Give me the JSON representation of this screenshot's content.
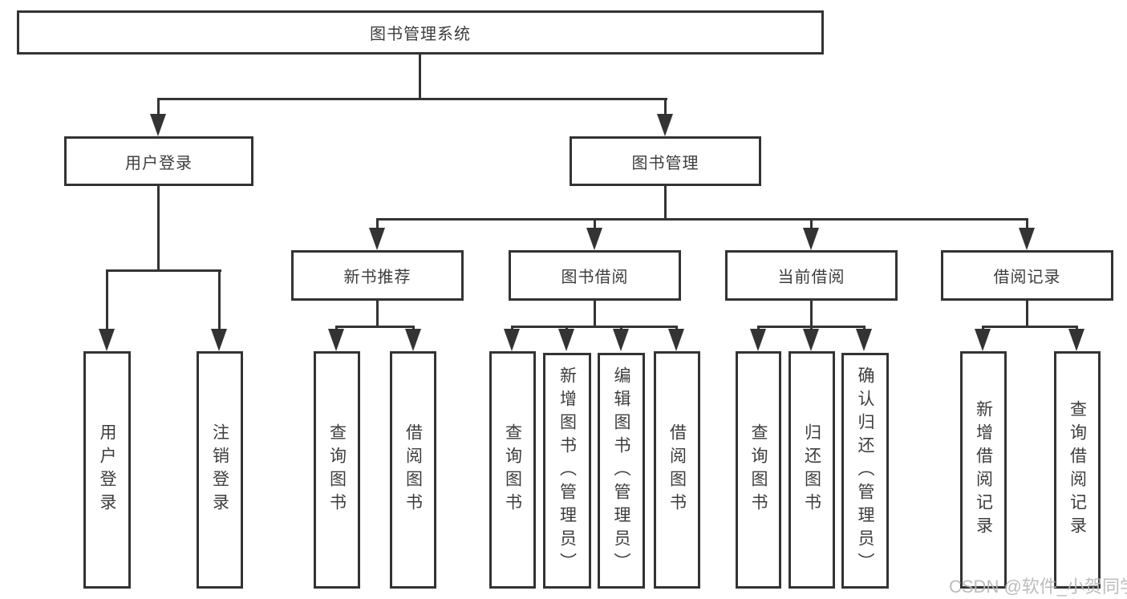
{
  "diagram": {
    "type": "function-tree",
    "title": "图书管理系统",
    "nodes": {
      "root": "图书管理系统",
      "user_login": "用户登录",
      "book_mgmt": "图书管理",
      "new_books": "新书推荐",
      "book_borrow": "图书借阅",
      "current_borrow": "当前借阅",
      "borrow_records": "借阅记录",
      "leaf_user_login": "用户登录",
      "leaf_logout": "注销登录",
      "nb_query": "查询图书",
      "nb_borrow": "借阅图书",
      "bb_query": "查询图书",
      "bb_add": "新增图书（管理员）",
      "bb_edit": "编辑图书（管理员）",
      "bb_borrow": "借阅图书",
      "cb_query": "查询图书",
      "cb_return": "归还图书",
      "cb_confirm": "确认归还（管理员）",
      "br_add": "新增借阅记录",
      "br_query": "查询借阅记录"
    },
    "hierarchy": {
      "图书管理系统": {
        "用户登录": [
          "用户登录",
          "注销登录"
        ],
        "图书管理": {
          "新书推荐": [
            "查询图书",
            "借阅图书"
          ],
          "图书借阅": [
            "查询图书",
            "新增图书（管理员）",
            "编辑图书（管理员）",
            "借阅图书"
          ],
          "当前借阅": [
            "查询图书",
            "归还图书",
            "确认归还（管理员）"
          ],
          "借阅记录": [
            "新增借阅记录",
            "查询借阅记录"
          ]
        }
      }
    },
    "colors": {
      "line": "#333333",
      "box_border": "#333333",
      "box_fill": "#ffffff",
      "text": "#3d3d3d",
      "background": "#ffffff",
      "watermark": "#b7b7b7"
    }
  },
  "watermark": "CSDN @软件_小贺同学"
}
